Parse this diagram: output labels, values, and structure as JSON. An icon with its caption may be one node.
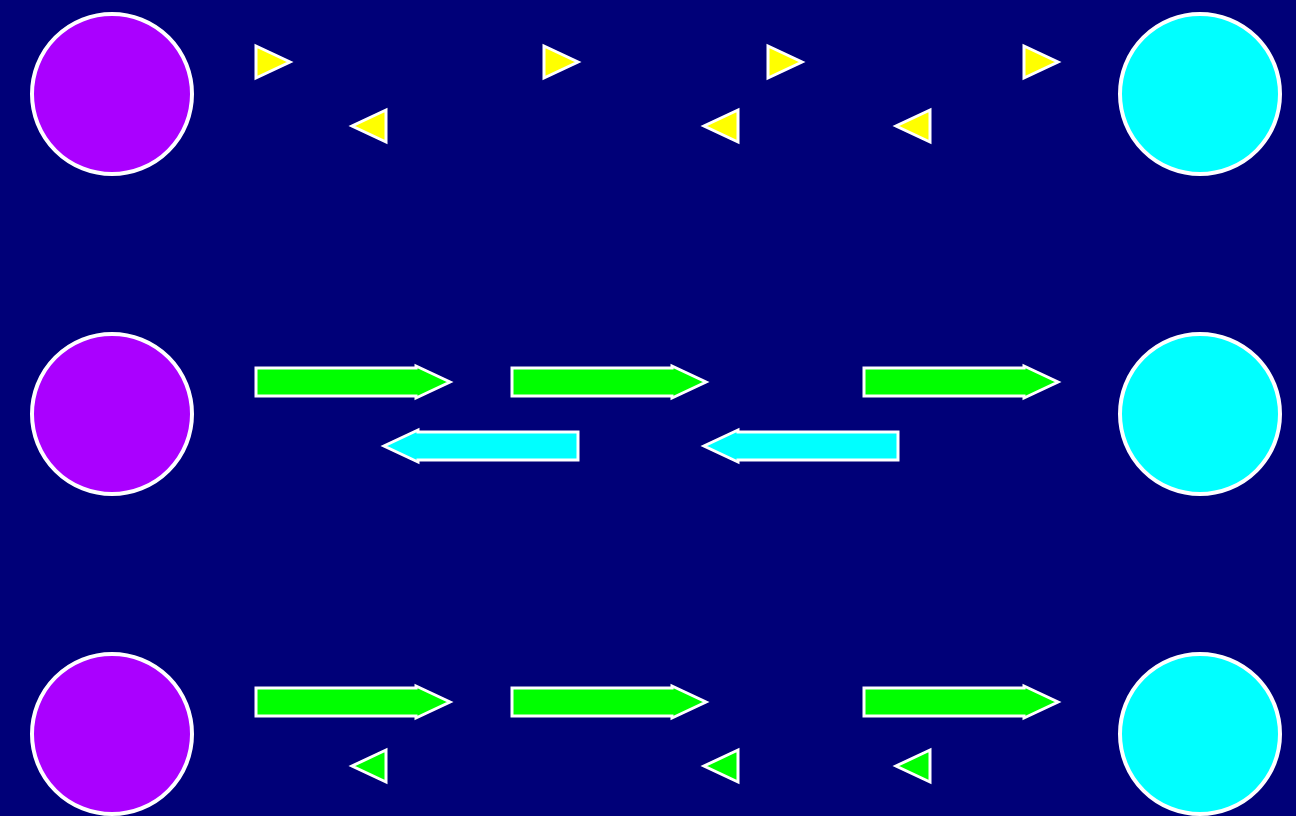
{
  "diagram": {
    "nodes": [
      {
        "text": [],
        "shape": "circle"
      },
      {
        "text": [],
        "shape": "circle"
      },
      {
        "text": [],
        "shape": "circle"
      },
      {
        "text": [],
        "shape": "circle"
      },
      {
        "text": [],
        "shape": "circle"
      },
      {
        "text": [],
        "shape": "circle"
      }
    ]
  }
}
